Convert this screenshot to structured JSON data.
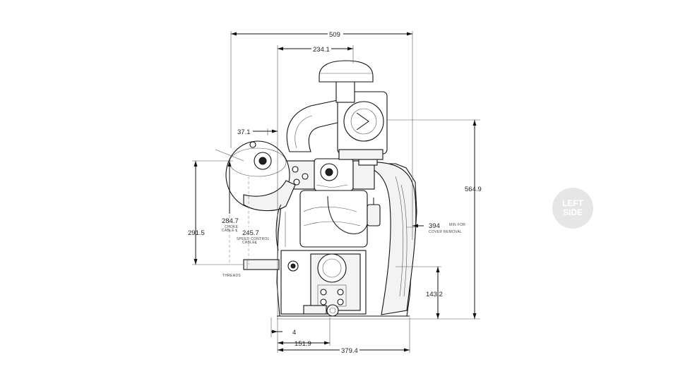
{
  "dimensions": {
    "overall_width": "509",
    "muffler_offset": "234.1",
    "side_offset": "37.1",
    "height": "564.9",
    "choke_cable_height": "284.7",
    "shaft_height": "291.5",
    "speed_control_height": "245.7",
    "cover_removal": "394",
    "base_height": "143.2",
    "shaft_offset": "4",
    "mount_spacing": "151.9",
    "base_width": "379.4"
  },
  "notes": {
    "choke_line1": "CHOKE",
    "choke_line2": "CABLE ℄",
    "speed_line1": "SPEED CONTROL",
    "speed_line2": "CABLE℄",
    "cover_line1": "MIN FOR",
    "cover_line2": "COVER REMOVAL",
    "threads": "THREADS"
  },
  "badge": {
    "line1": "LEFT",
    "line2": "SIDE"
  }
}
